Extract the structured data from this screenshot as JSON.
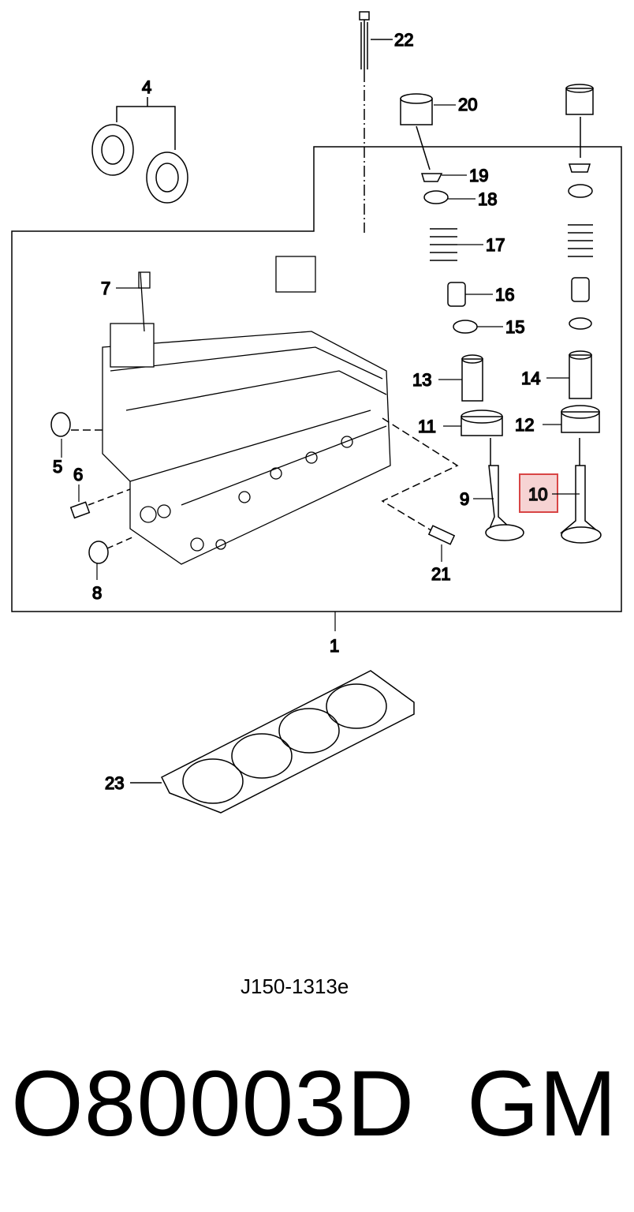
{
  "diagram": {
    "callouts": {
      "c1": "1",
      "c4": "4",
      "c5": "5",
      "c6": "6",
      "c7": "7",
      "c8": "8",
      "c9": "9",
      "c10": "10",
      "c11": "11",
      "c12": "12",
      "c13": "13",
      "c14": "14",
      "c15": "15",
      "c16": "16",
      "c17": "17",
      "c18": "18",
      "c19": "19",
      "c20": "20",
      "c21": "21",
      "c22": "22",
      "c23": "23"
    },
    "highlighted_callout": "10",
    "highlight_color": "#d84545",
    "drawing_code": "J150-1313e"
  },
  "footer": {
    "part_number": "O80003D",
    "brand": "GM"
  }
}
